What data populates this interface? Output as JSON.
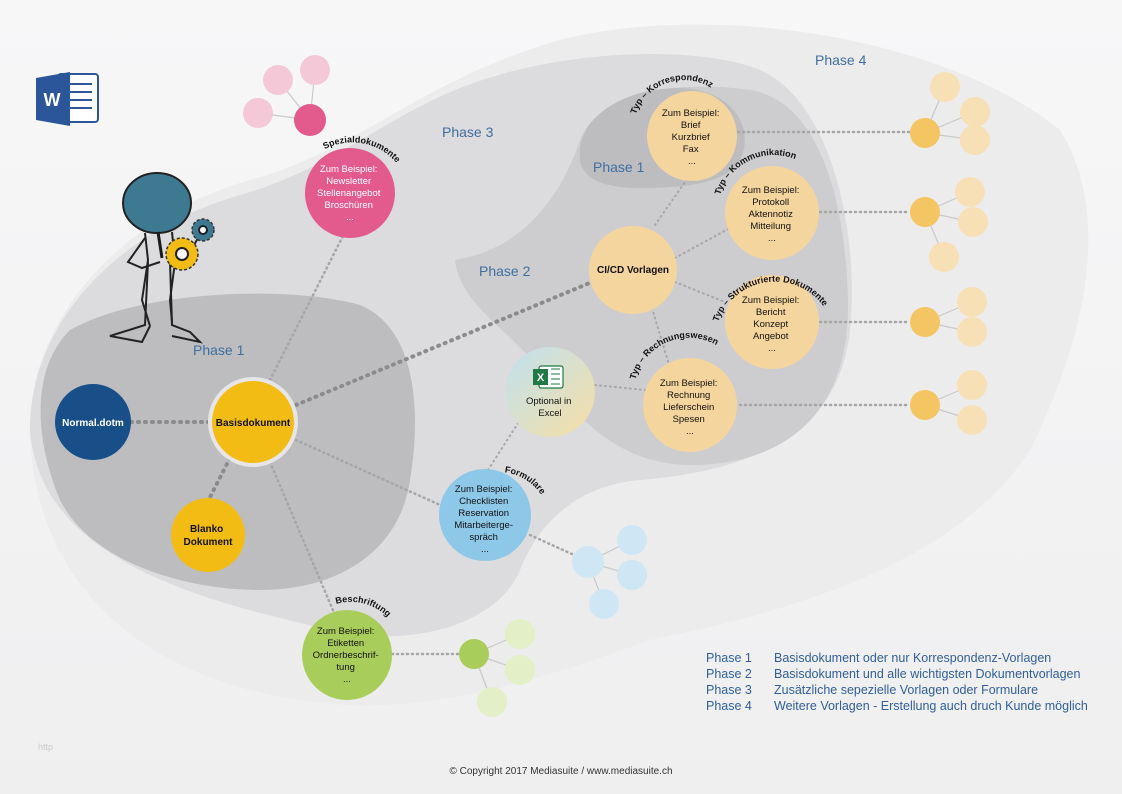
{
  "phases": {
    "phase1_outer": "Phase 1",
    "phase1_inner": "Phase 1",
    "phase2": "Phase 2",
    "phase3": "Phase 3",
    "phase4": "Phase 4"
  },
  "nodes": {
    "normal": "Normal.dotm",
    "basis": "Basisdokument",
    "blanko": [
      "Blanko",
      "Dokument"
    ],
    "cicd": "CI/CD Vorlagen",
    "excel": [
      "Optional in",
      "Excel"
    ],
    "spezial": [
      "Zum Beispiel:",
      "Newsletter",
      "Stellenangebot",
      "Broschüren",
      "..."
    ],
    "korrespondenz": [
      "Zum Beispiel:",
      "Brief",
      "Kurzbrief",
      "Fax",
      "..."
    ],
    "kommunikation": [
      "Zum Beispiel:",
      "Protokoll",
      "Aktennotiz",
      "Mitteilung",
      "..."
    ],
    "strukturiert": [
      "Zum Beispiel:",
      "Bericht",
      "Konzept",
      "Angebot",
      "..."
    ],
    "rechnung": [
      "Zum Beispiel:",
      "Rechnung",
      "Lieferschein",
      "Spesen",
      "..."
    ],
    "formulare": [
      "Zum Beispiel:",
      "Checklisten",
      "Reservation",
      "Mitarbeiterge-",
      "spräch",
      "..."
    ],
    "beschriftung": [
      "Zum Beispiel:",
      "Etiketten",
      "Ordnerbeschrif-",
      "tung",
      "..."
    ]
  },
  "labels": {
    "spezial": "Spezialdokumente",
    "korrespondenz": "Typ – Korrespondenz",
    "kommunikation": "Typ – Kommunikation",
    "strukturiert": "Typ – Strukturierte Dokumente",
    "rechnung": "Typ – Rechnungswesen",
    "formulare": "Formulare",
    "beschriftung": "Beschriftung"
  },
  "legend": [
    {
      "phase": "Phase 1",
      "text": "Basisdokument oder nur Korrespondenz-Vorlagen"
    },
    {
      "phase": "Phase 2",
      "text": "Basisdokument und alle wichtigsten Dokumentvorlagen"
    },
    {
      "phase": "Phase 3",
      "text": "Zusätzliche sepezielle Vorlagen oder Formulare"
    },
    {
      "phase": "Phase 4",
      "text": "Weitere Vorlagen - Erstellung auch druch Kunde möglich"
    }
  ],
  "footer": "© Copyright 2017 Mediasuite  /  www.mediasuite.ch",
  "stamp": "http",
  "icons": {
    "word": "word-logo-icon",
    "excel": "excel-logo-icon",
    "figure": "person-with-gears-illustration",
    "word_letter": "W",
    "excel_letter": "X"
  },
  "colors": {
    "navy": "#184f88",
    "gold": "#f2bc14",
    "peach": "#f5d59e",
    "pink": "#e25b8c",
    "blue_light": "#8ec8e8",
    "green": "#a9cd5b",
    "phase_text": "#3f6f9f"
  }
}
